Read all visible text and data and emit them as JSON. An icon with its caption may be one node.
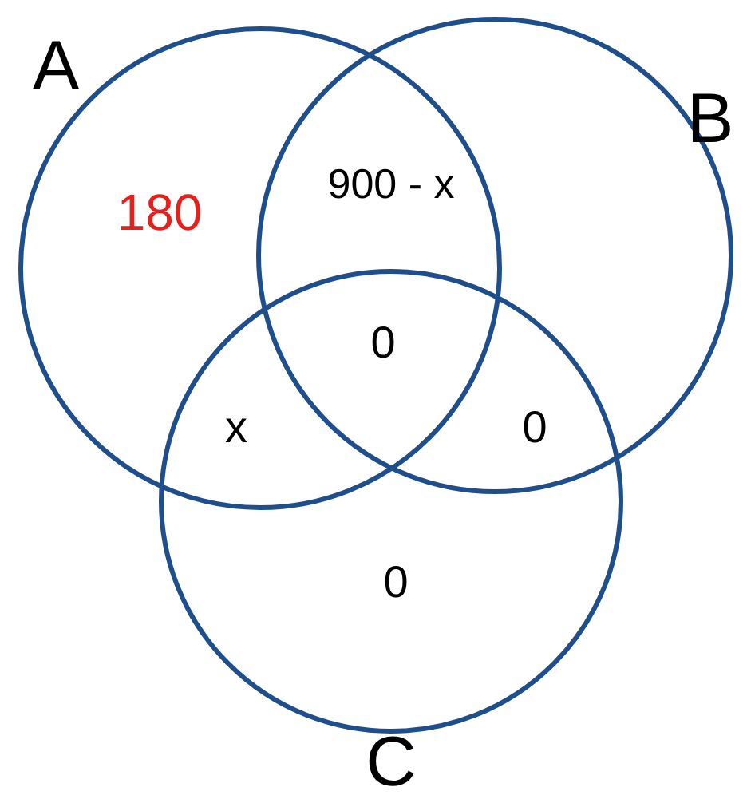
{
  "diagram": {
    "nodes": [
      {
        "text": [
          "A"
        ]
      },
      {
        "text": [
          "B"
        ]
      },
      {
        "text": [
          "C"
        ]
      }
    ],
    "labels": [
      "180",
      "900 - x",
      "0",
      "x",
      "0",
      "0"
    ]
  }
}
